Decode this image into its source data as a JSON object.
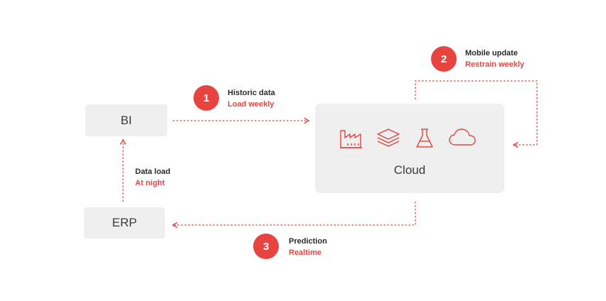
{
  "nodes": {
    "bi": "BI",
    "erp": "ERP",
    "cloud": "Cloud"
  },
  "steps": [
    {
      "number": "1",
      "title": "Historic data",
      "subtitle": "Load weekly"
    },
    {
      "number": "2",
      "title": "Mobile update",
      "subtitle": "Restrain weekly"
    },
    {
      "number": "3",
      "title": "Prediction",
      "subtitle": "Realtime"
    }
  ],
  "data_load": {
    "title": "Data load",
    "subtitle": "At night"
  },
  "cloud_icons": [
    "factory-icon",
    "layers-icon",
    "flask-icon",
    "cloud-icon"
  ],
  "colors": {
    "accent": "#e8433f",
    "box": "#efefef",
    "text": "#3c3c3c"
  }
}
